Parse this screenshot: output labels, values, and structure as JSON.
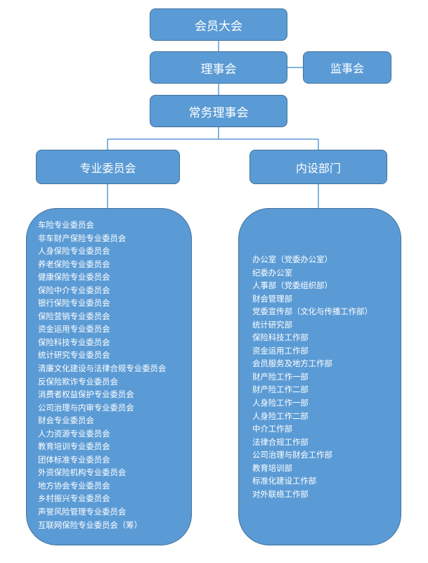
{
  "nodes": {
    "assembly": "会员大会",
    "council": "理事会",
    "supervisory": "监事会",
    "standing": "常务理事会",
    "committees": "专业委员会",
    "departments": "内设部门"
  },
  "committee_list": [
    "车险专业委员会",
    "非车财产保险专业委员会",
    "人身保险专业委员会",
    "养老保险专业委员会",
    "健康保险专业委员会",
    "保险中介专业委员会",
    "银行保险专业委员会",
    "保险营销专业委员会",
    "资金运用专业委员会",
    "保险科技专业委员会",
    "统计研究专业委员会",
    "清廉文化建设与法律合规专业委员会",
    "反保险欺诈专业委员会",
    "消费者权益保护专业委员会",
    "公司治理与内审专业委员会",
    "财会专业委员会",
    "人力资源专业委员会",
    "教育培训专业委员会",
    "团体标准专业委员会",
    "外资保险机构专业委员会",
    "地方协会专业委员会",
    "乡村振兴专业委员会",
    "声誉风险管理专业委员会",
    "互联网保险专业委员会（筹）"
  ],
  "department_list": [
    "办公室（党委办公室）",
    "纪委办公室",
    "人事部（党委组织部）",
    "财会管理部",
    "党委宣传部（文化与传播工作部）",
    "统计研究部",
    "保险科技工作部",
    "资金运用工作部",
    "会员服务及地方工作部",
    "财产险工作一部",
    "财产险工作二部",
    "人身险工作一部",
    "人身险工作二部",
    "中介工作部",
    "法律合规工作部",
    "公司治理与财会工作部",
    "教育培训部",
    "标准化建设工作部",
    "对外联络工作部"
  ],
  "colors": {
    "box_fill": "#5b9bd5",
    "box_border": "#41719c",
    "line": "#5b9bd5"
  }
}
